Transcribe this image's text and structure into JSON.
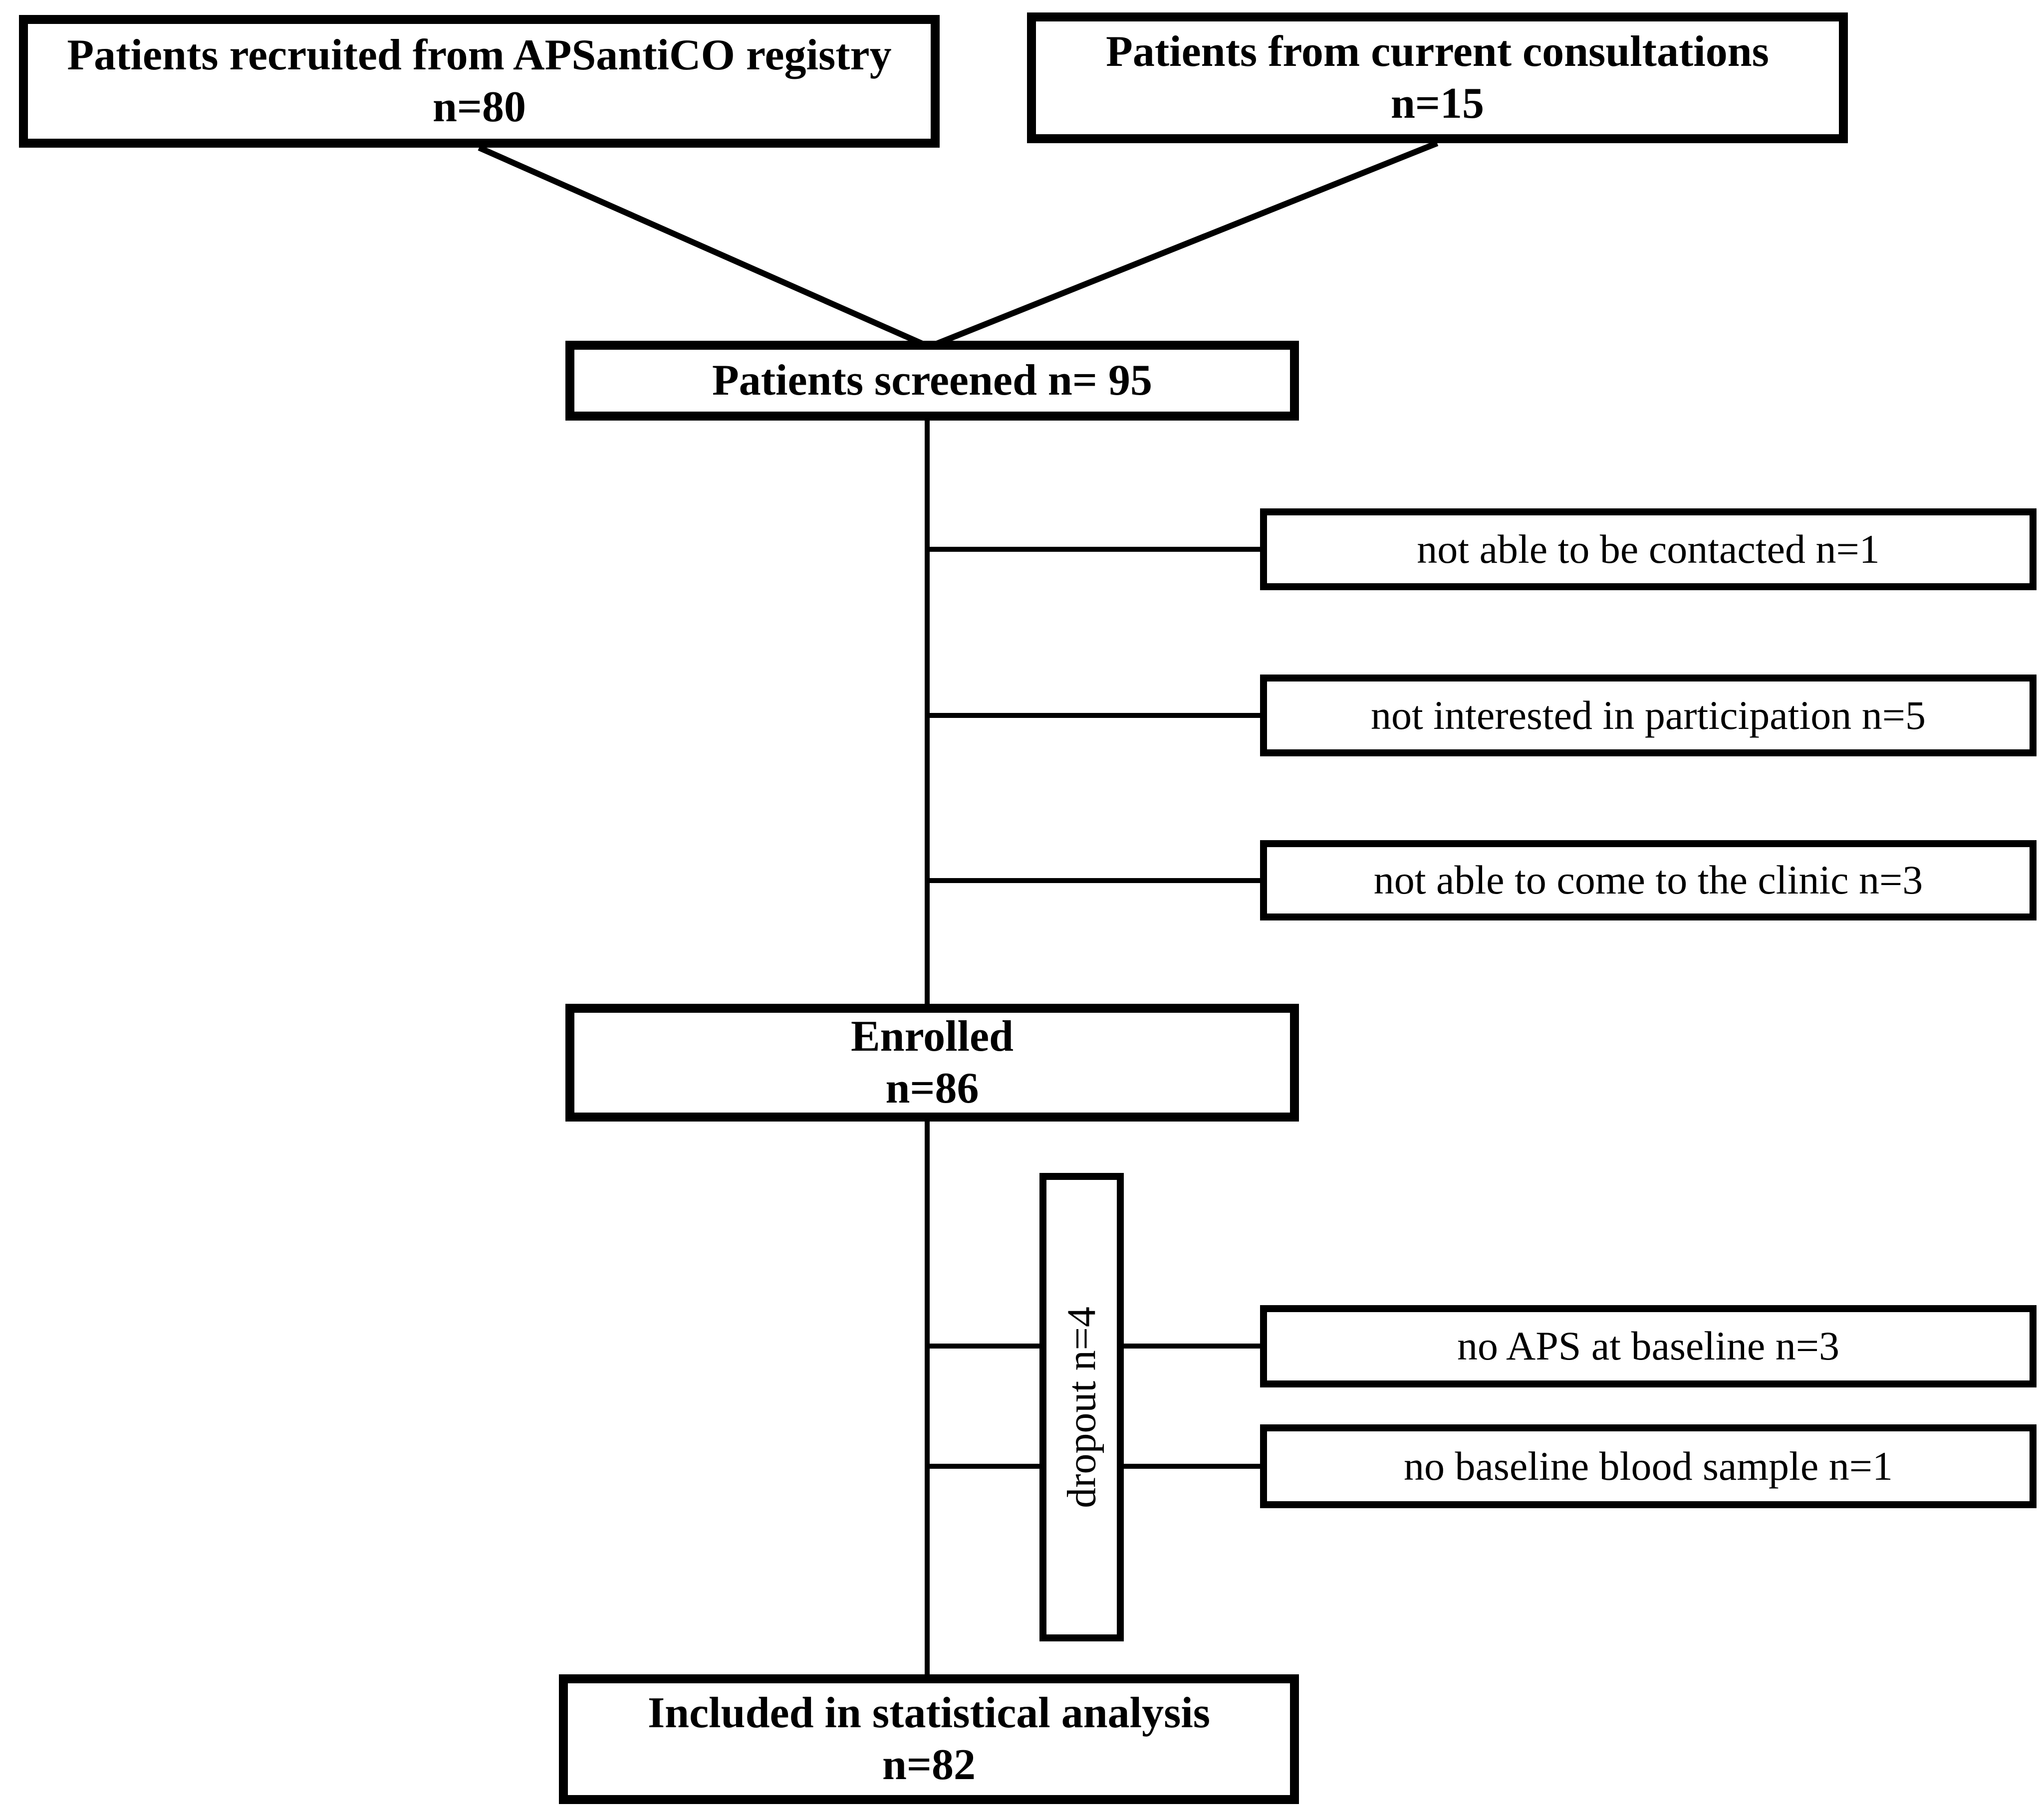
{
  "figure": {
    "background_color": "#ffffff",
    "line_color": "#000000",
    "box_fill_color": "#ffffff",
    "nodes": {
      "registry": {
        "title": "Patients recruited from APSantiCO registry",
        "count": "n=80"
      },
      "consultations": {
        "title": "Patients from current consultations",
        "count": "n=15"
      },
      "screened": {
        "title": "Patients screened n= 95"
      },
      "enrolled": {
        "title": "Enrolled",
        "count": "n=86"
      },
      "dropout": {
        "title": "dropout n=4"
      },
      "analysis": {
        "title": "Included in statistical analysis",
        "count": "n=82"
      }
    },
    "screening_exclusions": [
      "not able to be contacted n=1",
      "not interested in participation n=5",
      "not able to come to the clinic n=3"
    ],
    "dropout_reasons": [
      "no APS at baseline n=3",
      "no baseline blood sample n=1"
    ]
  }
}
